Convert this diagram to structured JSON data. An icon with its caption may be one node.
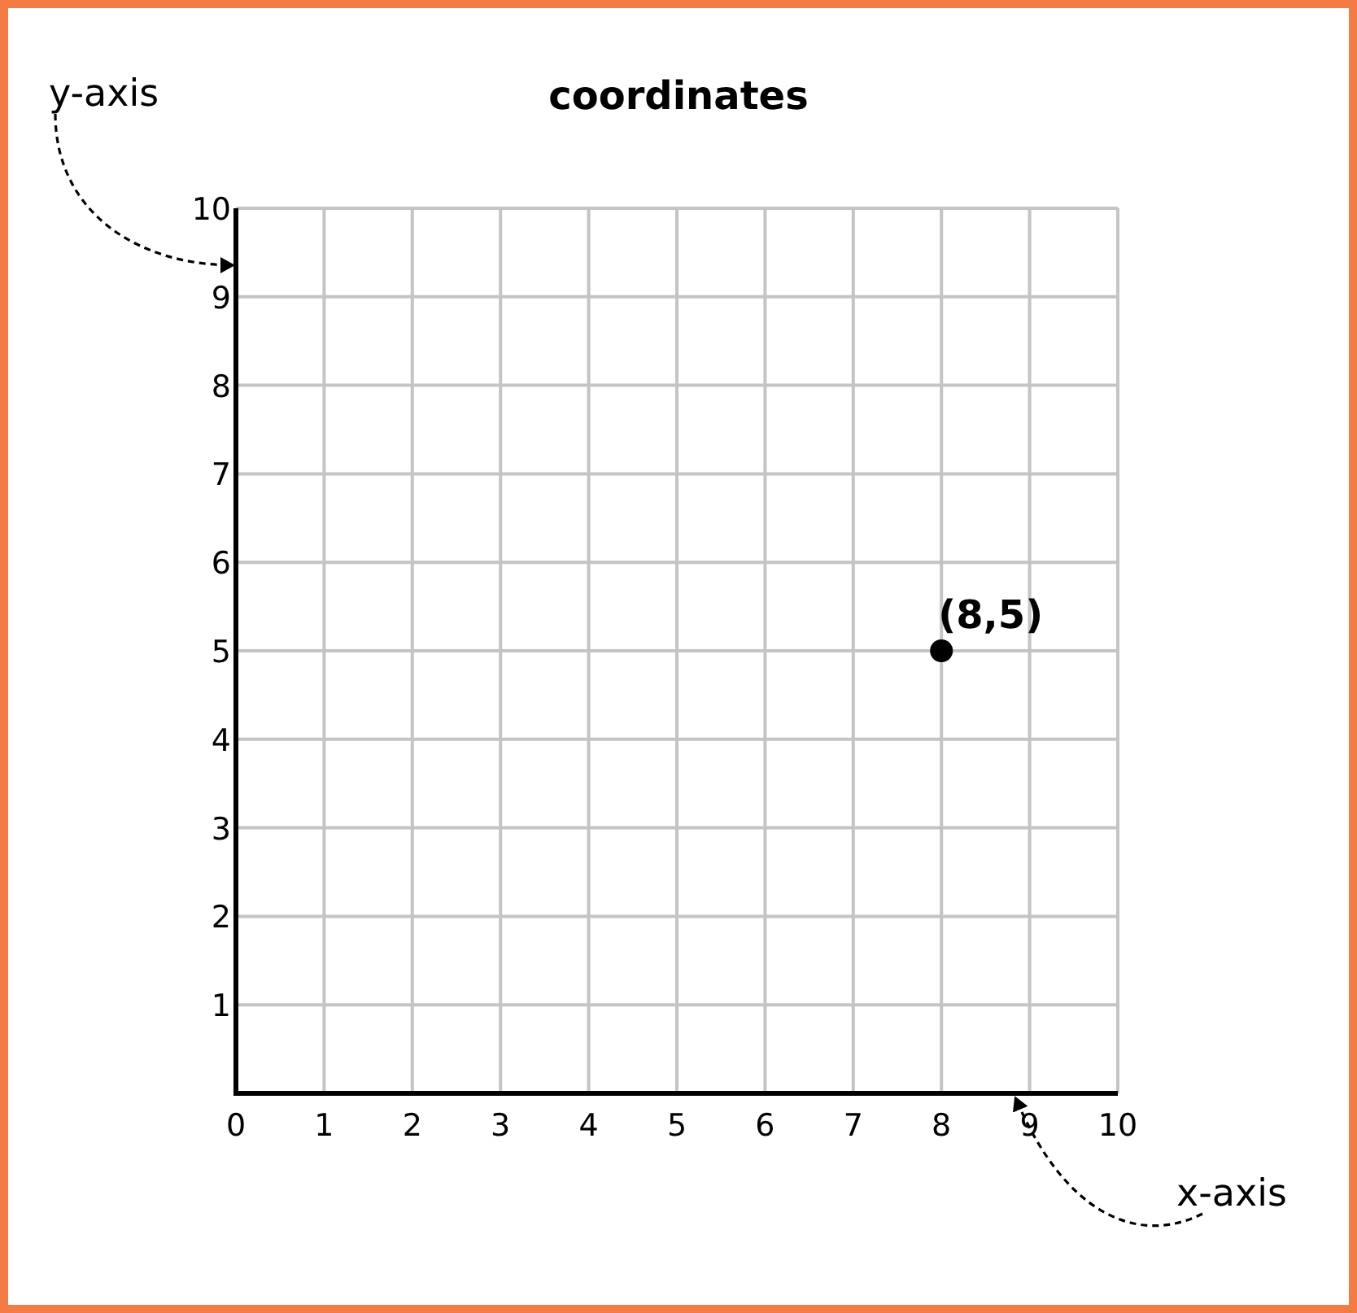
{
  "diagram": {
    "nodes": [
      {
        "text": [
          "y-axis"
        ]
      },
      {
        "text": [
          "x-axis"
        ]
      },
      {
        "text": [],
        "shape": "line"
      },
      {
        "text": [],
        "shape": "line"
      }
    ],
    "edges": [
      {
        "from": 0,
        "to": 2,
        "arrow": "to",
        "style": "dashed"
      },
      {
        "from": 1,
        "to": 3,
        "arrow": "to",
        "style": "dashed"
      }
    ],
    "chart_data": {
      "type": "scatter",
      "title": "coordinates",
      "x": [
        8
      ],
      "series": [
        {
          "color": "#000000",
          "values": [
            5
          ]
        }
      ],
      "grid": true,
      "xlim": [
        0,
        10
      ],
      "ylim": [
        0,
        10
      ],
      "xticks": [
        0,
        1,
        2,
        3,
        4,
        5,
        6,
        7,
        8,
        9,
        10
      ],
      "yticks": [
        1,
        2,
        3,
        4,
        5,
        6,
        7,
        8,
        9,
        10
      ],
      "value_labels": [
        "(8,5)"
      ]
    }
  }
}
